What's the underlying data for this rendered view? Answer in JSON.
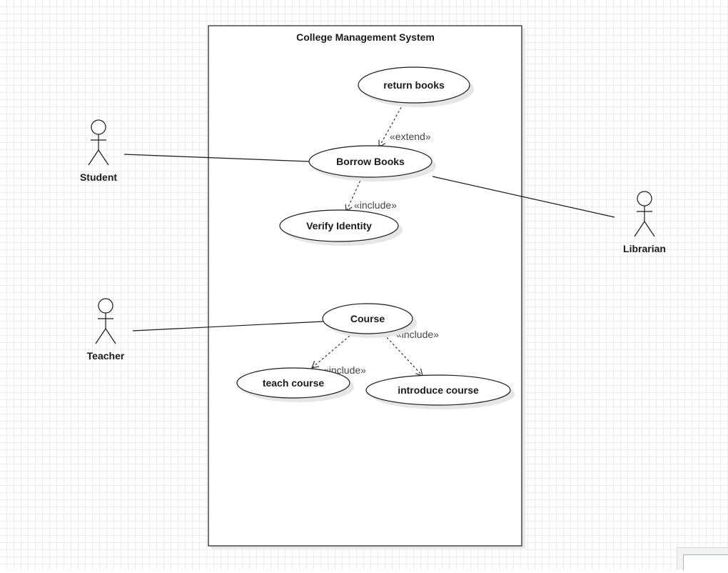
{
  "system": {
    "title": "College Management System"
  },
  "actors": {
    "student": "Student",
    "librarian": "Librarian",
    "teacher": "Teacher"
  },
  "use_cases": {
    "return_books": "return books",
    "borrow_books": "Borrow Books",
    "verify_identity": "Verify Identity",
    "course": "Course",
    "teach_course": "teach course",
    "introduce_course": "introduce course"
  },
  "relations": {
    "extend_return_borrow": "«extend»",
    "include_borrow_verify": "«include»",
    "include_course_introduce": "«include»",
    "include_course_teach": "«include»"
  },
  "colors": {
    "grid": "#ececec",
    "stroke": "#1a1a1a",
    "shadow": "#e6e6e6"
  }
}
